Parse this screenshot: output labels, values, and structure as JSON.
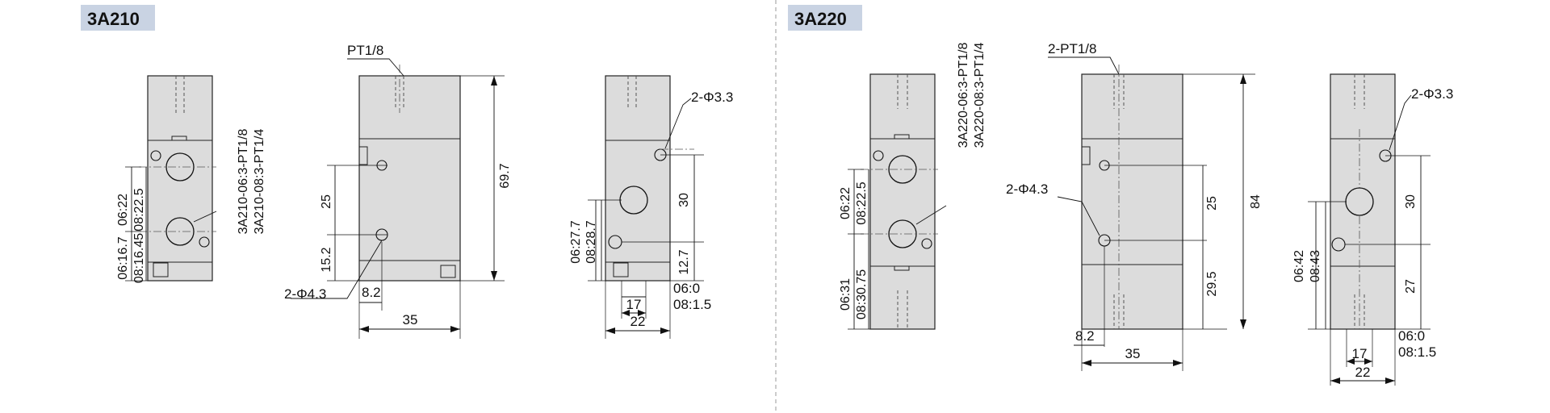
{
  "panels": [
    {
      "model": "3A210",
      "callouts": {
        "port_spec_1": "3A210-06:3-PT1/8",
        "port_spec_2": "3A210-08:3-PT1/4",
        "pilot_port": "PT1/8",
        "mount_holes_front": "2-Φ4.3",
        "mount_holes_side": "2-Φ3.3"
      },
      "dims": {
        "d1": "06:22",
        "d2": "08:22.5",
        "d3": "06:16.7",
        "d4": "08:16.45",
        "d5": "25",
        "d6": "15.2",
        "d7": "69.7",
        "d8": "8.2",
        "d9": "35",
        "d10": "06:27.7",
        "d11": "08:28.7",
        "d12": "30",
        "d13": "12.7",
        "d14": "06:0",
        "d15": "08:1.5",
        "d16": "17",
        "d17": "22"
      }
    },
    {
      "model": "3A220",
      "callouts": {
        "port_spec_1": "3A220-06:3-PT1/8",
        "port_spec_2": "3A220-08:3-PT1/4",
        "pilot_port": "2-PT1/8",
        "mount_holes_front": "2-Φ4.3",
        "mount_holes_side": "2-Φ3.3"
      },
      "dims": {
        "d1": "06:22",
        "d2": "08:22.5",
        "d3": "06:31",
        "d4": "08:30.75",
        "d5": "25",
        "d6": "29.5",
        "d7": "84",
        "d8": "8.2",
        "d9": "35",
        "d10": "06:42",
        "d11": "08:43",
        "d12": "30",
        "d13": "27",
        "d14": "06:0",
        "d15": "08:1.5",
        "d16": "17",
        "d17": "22"
      }
    }
  ]
}
